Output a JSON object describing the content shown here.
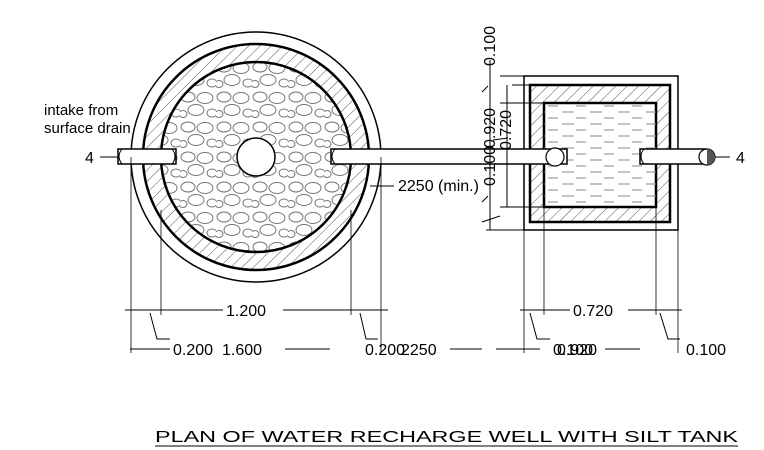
{
  "title": "PLAN OF WATER RECHARGE WELL WITH SILT TANK",
  "labels": {
    "intake_line1": "intake from",
    "intake_line2": "surface drain",
    "section_left": "4",
    "section_right": "4",
    "pipe_length": "2250 (min.)"
  },
  "dimensions": {
    "well_inner_dia": "1.200",
    "well_outer_dia": "1.600",
    "well_wall_left": "0.200",
    "well_wall_right": "0.200",
    "spacing": "2250",
    "tank_inner": "0.720",
    "tank_outer": "0.920",
    "tank_wall_left": "0.100",
    "tank_wall_right": "0.100",
    "tank_v_top": "0.100",
    "tank_v_outer": "0.920",
    "tank_v_inner": "0.720",
    "tank_v_bottom": "0.100"
  }
}
